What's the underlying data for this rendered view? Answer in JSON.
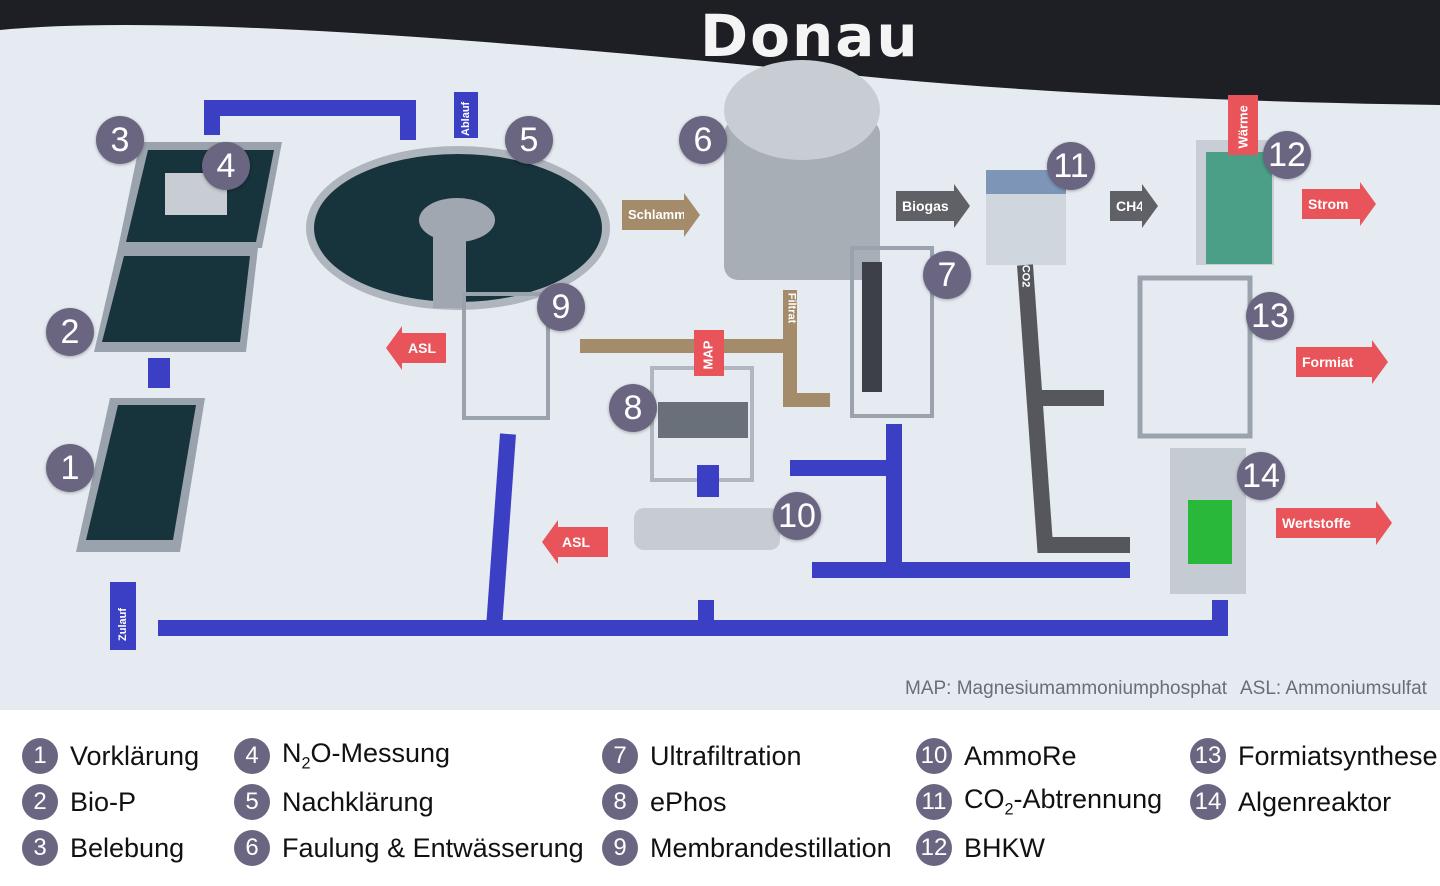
{
  "river": "Donau",
  "badges": [
    "1",
    "2",
    "3",
    "4",
    "5",
    "6",
    "7",
    "8",
    "9",
    "10",
    "11",
    "12",
    "13",
    "14"
  ],
  "flows": {
    "zulauf": "Zulauf",
    "ablauf": "Ablauf",
    "schlamm": "Schlamm",
    "biogas": "Biogas",
    "ch4": "CH4",
    "waerme": "Wärme",
    "strom": "Strom",
    "formiat": "Formiat",
    "wertstoffe": "Wertstoffe",
    "asl1": "ASL",
    "asl2": "ASL",
    "map": "MAP",
    "filtrat": "Filtrat",
    "co2": "CO2"
  },
  "footnotes": {
    "map": "MAP: Magnesiumammoniumphosphat",
    "asl": "ASL: Ammoniumsulfat"
  },
  "legend": [
    {
      "n": "1",
      "label": "Vorklärung"
    },
    {
      "n": "2",
      "label": "Bio-P"
    },
    {
      "n": "3",
      "label": "Belebung"
    },
    {
      "n": "4",
      "label": "N2O-Messung",
      "pre": "N",
      "sub": "2",
      "post": "O-Messung"
    },
    {
      "n": "5",
      "label": "Nachklärung"
    },
    {
      "n": "6",
      "label": "Faulung & Entwässerung"
    },
    {
      "n": "7",
      "label": "Ultrafiltration"
    },
    {
      "n": "8",
      "label": "ePhos"
    },
    {
      "n": "9",
      "label": "Membrandestillation"
    },
    {
      "n": "10",
      "label": "AmmoRe"
    },
    {
      "n": "11",
      "label": "CO2-Abtrennung",
      "pre": "CO",
      "sub": "2",
      "post": "-Abtrennung"
    },
    {
      "n": "12",
      "label": "BHKW"
    },
    {
      "n": "13",
      "label": "Formiatsynthese"
    },
    {
      "n": "14",
      "label": "Algenreaktor"
    }
  ],
  "colors": {
    "pipe": "#3b3fc4",
    "badge": "#6a6682",
    "red": "#e9545a",
    "gray": "#5f6166",
    "tan": "#a48b6a"
  }
}
